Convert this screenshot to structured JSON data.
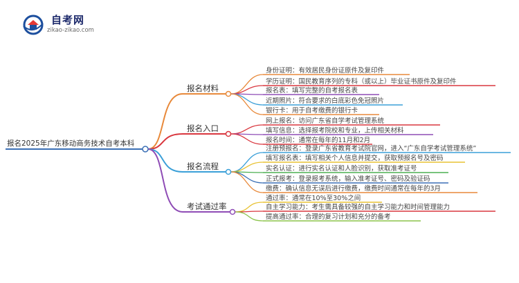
{
  "logo": {
    "title": "自考网",
    "domain": "zikao-zikao.com"
  },
  "root": {
    "label": "报名2025年广东移动商务技术自考本科",
    "color": "#3a6fb5"
  },
  "branches": [
    {
      "label": "报名材料",
      "color": "#e8893a",
      "leaves": [
        {
          "text": "身份证明：有效居民身份证原件及复印件",
          "color": "#e8893a"
        },
        {
          "text": "学历证明：国民教育序列的专科（或以上）毕业证书原件及复印件",
          "color": "#d9363e"
        },
        {
          "text": "报名表：填写完整的自考报名表",
          "color": "#8e4bb5"
        },
        {
          "text": "近期照片：符合要求的白底彩色免冠照片",
          "color": "#3a9fd8"
        },
        {
          "text": "银行卡：用于自考缴费的银行卡",
          "color": "#e8893a"
        }
      ]
    },
    {
      "label": "报名入口",
      "color": "#d9363e",
      "leaves": [
        {
          "text": "网上报名：访问广东省自学考试管理系统",
          "color": "#d9363e"
        },
        {
          "text": "填写信息：选择报考院校和专业，上传相关材料",
          "color": "#8e4bb5"
        },
        {
          "text": "报名时间：通常在每年的11月和2月",
          "color": "#d9363e"
        }
      ]
    },
    {
      "label": "报名流程",
      "color": "#3a9fd8",
      "leaves": [
        {
          "text": "注册预报名：登录广东省教育考试院官网，进入“广东自学考试管理系统”",
          "color": "#3a9fd8"
        },
        {
          "text": "填写报名表：填写相关个人信息并提交，获取预报名号及密码",
          "color": "#e8c232"
        },
        {
          "text": "实名认证：进行实名认证和人脸识别，获取准考证号",
          "color": "#4caf50"
        },
        {
          "text": "正式报考：登录报考系统，输入准考证号、密码及验证码",
          "color": "#3a6fb5"
        },
        {
          "text": "缴费：确认信息无误后进行缴费，缴费时间通常在每年的3月",
          "color": "#e8893a"
        }
      ]
    },
    {
      "label": "考试通过率",
      "color": "#8e4bb5",
      "leaves": [
        {
          "text": "通过率：通常在10%至30%之间",
          "color": "#e8c232"
        },
        {
          "text": "自主学习能力：考生需具备较强的自主学习能力和时间管理能力",
          "color": "#d9363e"
        },
        {
          "text": "提高通过率：合理的复习计划和充分的备考",
          "color": "#8bc34a"
        }
      ]
    }
  ]
}
